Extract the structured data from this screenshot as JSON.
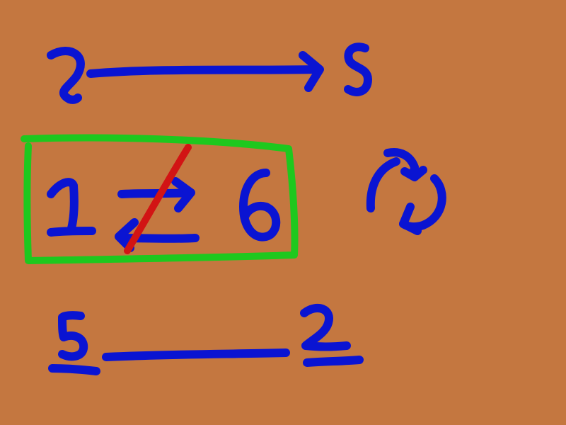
{
  "canvas": {
    "background": "#c47740",
    "ink": "#0a14d2",
    "box_color": "#1ec81e",
    "strike_color": "#d21414"
  },
  "rows": [
    {
      "left": "2",
      "right": "5",
      "relation": "arrow-right"
    },
    {
      "left": "1",
      "right": "6",
      "relation": "two-way-arrows-crossed-out",
      "boxed": true
    },
    {
      "left": "5",
      "right": "2",
      "relation": "line",
      "underlined": true
    }
  ],
  "symbols": [
    "cycle-arrows-icon"
  ]
}
